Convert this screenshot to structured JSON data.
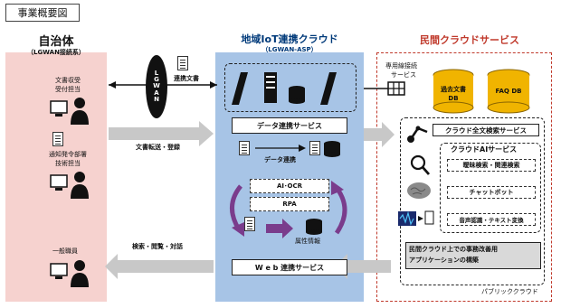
{
  "title": "事業概要図",
  "left": {
    "heading": "自治体",
    "subheading": "（LGWAN接続系）",
    "actor1": [
      "文書収受",
      "受付担当"
    ],
    "actor2": [
      "通知発令部署",
      "技術担当"
    ],
    "actor3": "一般職員"
  },
  "middle": {
    "heading": "地域IoT連携クラウド",
    "subheading": "（LGWAN-ASP）",
    "data_service": "データ連携サービス",
    "data_link": "データ連携",
    "ai_ocr": "AI･OCR",
    "rpa": "RPA",
    "attribute_info": "属性情報",
    "web_service": "W e b 連携サービス"
  },
  "right": {
    "heading": "民間クラウドサービス",
    "dedicated_line": [
      "専用線接続",
      "サービス"
    ],
    "db1": [
      "過去文書",
      "DB"
    ],
    "db2": "FAQ DB",
    "fulltext": "クラウド全文検索サービス",
    "ai_services": "クラウドAIサービス",
    "svc1": "曖昧検索・関連検索",
    "svc2": "チャットボット",
    "svc3": "音声認識・テキスト変換",
    "construction": [
      "民間クラウド上での事務改善用",
      "アプリケーションの構築"
    ],
    "public_cloud": "パブリッククラウド"
  },
  "connectors": {
    "lgwan": "LGWAN",
    "linked_doc": "連携文書",
    "transfer": "文書転送・登録",
    "search": "検索・閲覧・対話"
  },
  "colors": {
    "left_panel": "#f6d2cf",
    "middle_panel": "#a7c4e6",
    "right_accent": "#c0392b",
    "db_gold": "#f0b400",
    "arrow_gray": "#c8c8c8",
    "cycle_purple": "#7a3c8c"
  }
}
